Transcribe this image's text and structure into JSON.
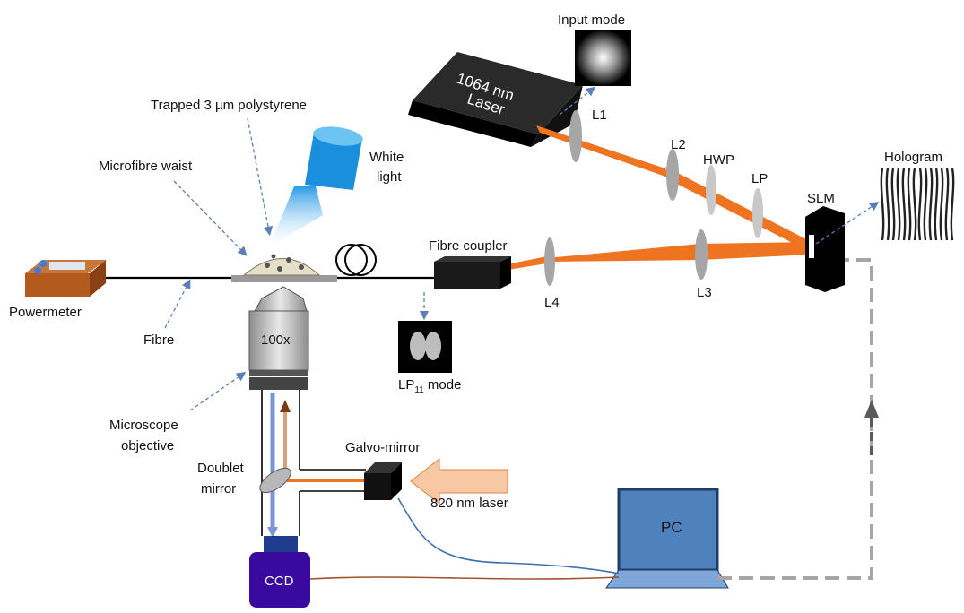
{
  "labels": {
    "input_mode": "Input mode",
    "laser_line1": "1064 nm",
    "laser_line2": "Laser",
    "l1": "L1",
    "l2": "L2",
    "l3": "L3",
    "l4": "L4",
    "hwp": "HWP",
    "lp": "LP",
    "slm": "SLM",
    "hologram": "Hologram",
    "trapped": "Trapped  3 µm polystyrene",
    "microfibre_waist": "Microfibre waist",
    "white_light_1": "White",
    "white_light_2": "light",
    "fibre_coupler": "Fibre coupler",
    "powermeter": "Powermeter",
    "fibre": "Fibre",
    "objective_mag": "100x",
    "lp11_main": "LP",
    "lp11_sub": "11",
    "lp11_suffix": " mode",
    "microscope_objective_1": "Microscope",
    "microscope_objective_2": "objective",
    "doublet_mirror_1": "Doublet",
    "doublet_mirror_2": "mirror",
    "galvo_mirror": "Galvo-mirror",
    "laser_820": "820 nm laser",
    "pc": "PC",
    "ccd": "CCD"
  },
  "colors": {
    "beam": "#ee7422",
    "slm_link": "#a6a6a6",
    "pc_body": "#4f81bd",
    "ccd_body": "#3a0a9e",
    "powermeter_body": "#b35a1f",
    "arrow_820": "#f8c7a4",
    "white_light": "#1a8fdc",
    "imaging_beam": "#7b96d6"
  }
}
